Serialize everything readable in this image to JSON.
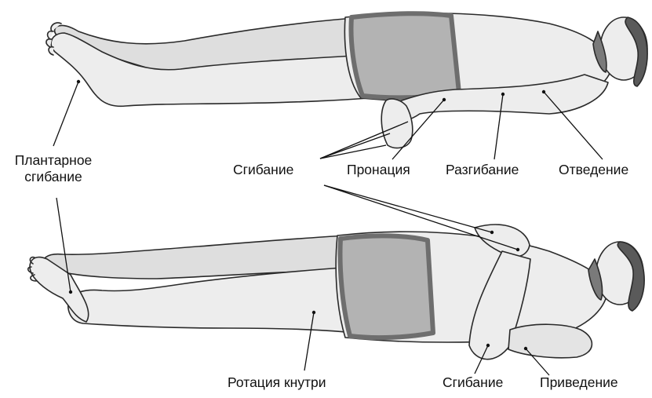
{
  "labels": {
    "plantar_line1": "Плантарное",
    "plantar_line2": "сгибание",
    "flexion_top": "Сгибание",
    "pronation": "Пронация",
    "extension": "Разгибание",
    "abduction": "Отведение",
    "internal_rotation": "Ротация кнутри",
    "flexion_bottom": "Сгибание",
    "adduction": "Приведение"
  },
  "colors": {
    "skin": "#ededed",
    "skin_shade": "#d8d8d8",
    "outline": "#2a2a2a",
    "shorts": "#b3b3b3",
    "shorts_band": "#6e6e6e",
    "hair": "#5a5a5a"
  }
}
